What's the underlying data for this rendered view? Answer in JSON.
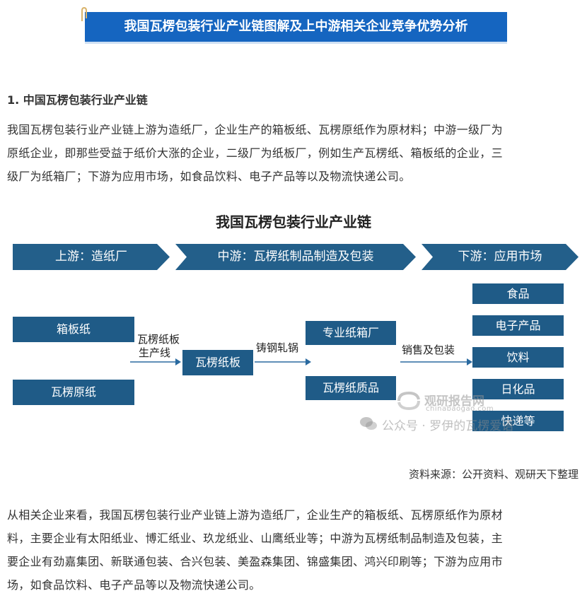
{
  "header": {
    "title": "我国瓦楞包装行业产业链图解及上中游相关企业竞争优势分析"
  },
  "section": {
    "heading": "1. 中国瓦楞包装行业产业链",
    "intro_lines": [
      "我国瓦楞包装行业产业链上游为造纸厂，企业生产的箱板纸、瓦楞原纸作为原材料；中游一级厂为",
      "原纸企业，即那些受益于纸价大涨的企业，二级厂为纸板厂，例如生产瓦楞纸、箱板纸的企业，三",
      "级厂为纸箱厂；下游为应用市场，如食品饮料、电子产品等以及物流快递公司。"
    ]
  },
  "diagram": {
    "title": "我国瓦楞包装行业产业链",
    "stages": [
      "上游：造纸厂",
      "中游：瓦楞纸制品制造及包装",
      "下游：应用市场"
    ],
    "upstream": [
      "箱板纸",
      "瓦楞原纸"
    ],
    "edge1_lines": [
      "瓦楞纸板",
      "生产线"
    ],
    "middle": "瓦楞纸板",
    "edge2": "铸钢轧锅",
    "midstream": [
      "专业纸箱厂",
      "瓦楞纸质品"
    ],
    "edge3": "销售及包装",
    "downstream": [
      "食品",
      "电子产品",
      "饮料",
      "日化品",
      "快递等"
    ],
    "colors": {
      "stage": "#235f8a",
      "box": "#1f5b87",
      "arrow": "#2a6aa0"
    }
  },
  "watermark": {
    "brand": "观研报告网",
    "domain": "chinabaogao.com",
    "account": "公众号 · 罗伊的瓦楞爱语"
  },
  "source": "资料来源：公开资料、观研天下整理",
  "closing": {
    "lines": [
      "从相关企业来看，我国瓦楞包装行业产业链上游为造纸厂，企业生产的箱板纸、瓦楞原纸作为原材",
      "料，主要企业有太阳纸业、博汇纸业、玖龙纸业、山鹰纸业等；中游为瓦楞纸制品制造及包装，主",
      "要企业有劲嘉集团、新联通包装、合兴包装、美盈森集团、锦盛集团、鸿兴印刷等；下游为应用市",
      "场，如食品饮料、电子产品等以及物流快递公司。"
    ]
  }
}
